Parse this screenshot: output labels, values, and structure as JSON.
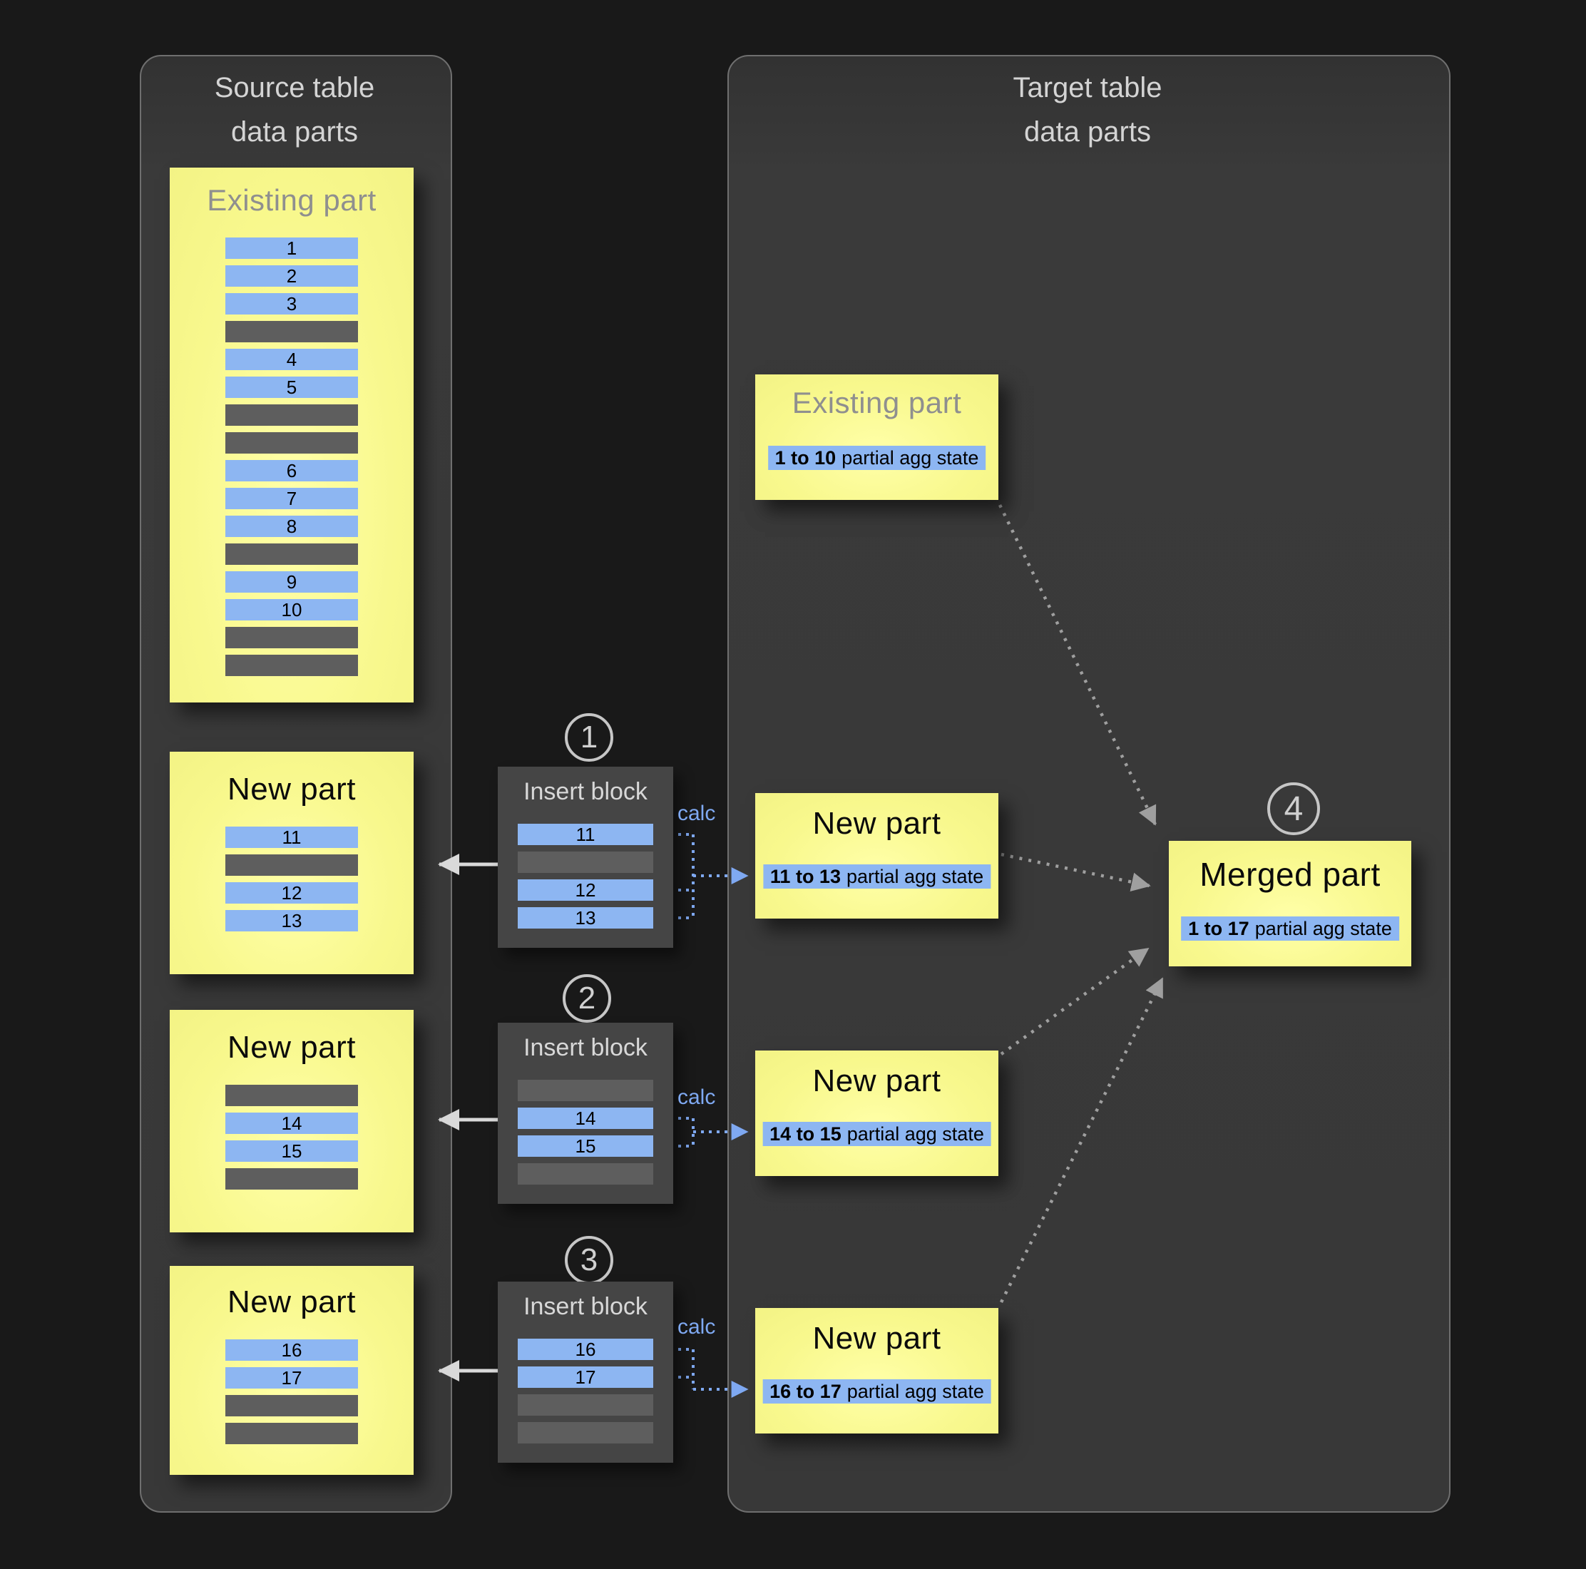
{
  "colors": {
    "page_bg": "#191919",
    "panel_bg": "#383838",
    "part_yellow": "#f8f88d",
    "row_blue": "#8db6f2",
    "row_gray": "#5e5e5e",
    "calc_blue": "#7fa9f2"
  },
  "source_panel": {
    "title_line1": "Source table",
    "title_line2": "data parts",
    "existing_part": {
      "title": "Existing part",
      "rows": [
        "1",
        "2",
        "3",
        "",
        "4",
        "5",
        "",
        "",
        "6",
        "7",
        "8",
        "",
        "9",
        "10",
        "",
        ""
      ]
    },
    "new_parts": [
      {
        "title": "New part",
        "rows": [
          "11",
          "",
          "12",
          "13"
        ]
      },
      {
        "title": "New part",
        "rows": [
          "",
          "14",
          "15",
          ""
        ]
      },
      {
        "title": "New part",
        "rows": [
          "16",
          "17",
          "",
          ""
        ]
      }
    ]
  },
  "insert_blocks": [
    {
      "step": "1",
      "title": "Insert block",
      "calc_label": "calc",
      "rows": [
        "11",
        "",
        "12",
        "13"
      ]
    },
    {
      "step": "2",
      "title": "Insert block",
      "calc_label": "calc",
      "rows": [
        "",
        "14",
        "15",
        ""
      ]
    },
    {
      "step": "3",
      "title": "Insert block",
      "calc_label": "calc",
      "rows": [
        "16",
        "17",
        "",
        ""
      ]
    }
  ],
  "target_panel": {
    "title_line1": "Target table",
    "title_line2": "data parts",
    "existing_part": {
      "title": "Existing part",
      "range": "1 to 10",
      "state_label": "partial agg state"
    },
    "new_parts": [
      {
        "title": "New part",
        "range": "11 to 13",
        "state_label": "partial agg state"
      },
      {
        "title": "New part",
        "range": "14 to 15",
        "state_label": "partial agg state"
      },
      {
        "title": "New part",
        "range": "16 to 17",
        "state_label": "partial agg state"
      }
    ],
    "merged_part": {
      "step": "4",
      "title": "Merged part",
      "range": "1 to 17",
      "state_label": "partial agg state"
    }
  }
}
